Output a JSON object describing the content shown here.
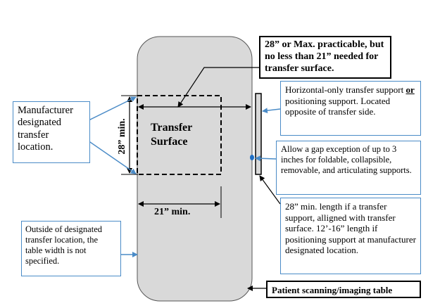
{
  "callouts": {
    "transfer_width": "28” or Max. practicable, but no less than 21” needed for transfer surface.",
    "support_type": {
      "pre": "Horizontal-only transfer support ",
      "emph": "or",
      "post": " positioning support. Located opposite of transfer side."
    },
    "gap_exception": "Allow a gap exception of up to 3 inches for foldable, collapsible, removable, and articulating supports.",
    "support_length": "28” min. length if a transfer support, alligned with transfer surface. 12’-16” length if positioning support at manufacturer designated location.",
    "manufacturer_location": "Manufacturer designated transfer location.",
    "outside_location": "Outside of designated transfer location, the table width is not specified.",
    "table_label": "Patient scanning/imaging table"
  },
  "dimensions": {
    "transfer_surface_title": "Transfer Surface",
    "vertical_min": "28” min.",
    "horizontal_min": "21” min."
  },
  "colors": {
    "table_fill": "#d9d9d9",
    "callout_border": "#4a8bc7",
    "support_bar": "#d9d9d9",
    "gap_dot": "#1f6fc5"
  }
}
